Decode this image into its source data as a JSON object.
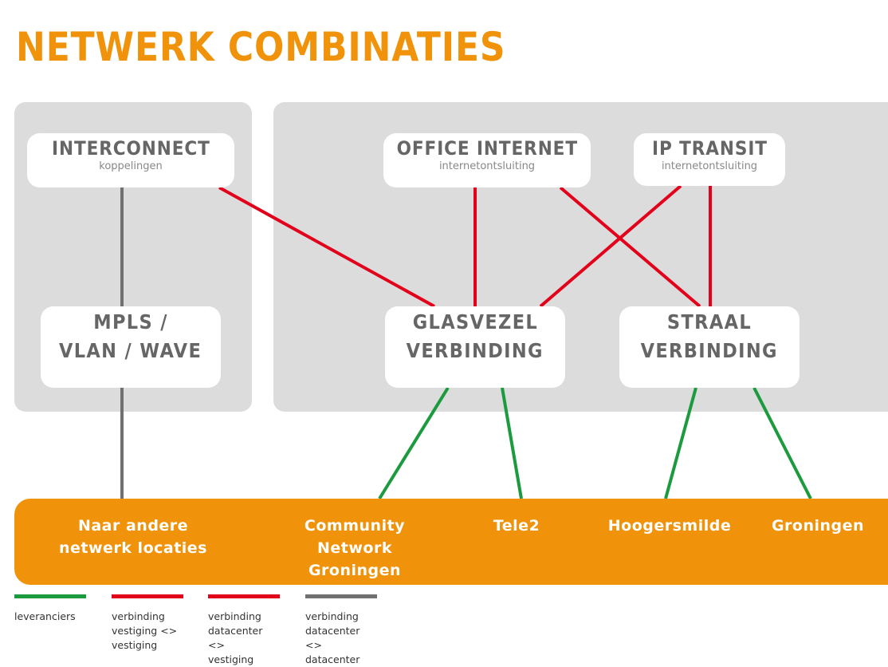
{
  "title": "NETWERK COMBINATIES",
  "nodes": {
    "interconnect": {
      "title": "INTERCONNECT",
      "subtitle": "koppelingen"
    },
    "office": {
      "title": "OFFICE INTERNET",
      "subtitle": "internetontsluiting"
    },
    "iptransit": {
      "title": "IP TRANSIT",
      "subtitle": "internetontsluiting"
    },
    "mpls": {
      "line1": "MPLS /",
      "line2": "VLAN / WAVE"
    },
    "glasvezel": {
      "line1": "GLASVEZEL",
      "line2": "VERBINDING"
    },
    "straal": {
      "line1": "STRAAL",
      "line2": "VERBINDING"
    }
  },
  "locations": [
    {
      "label": "Naar andere\nnetwerk locaties"
    },
    {
      "label": "Community\nNetwork\nGroningen"
    },
    {
      "label": "Tele2"
    },
    {
      "label": "Hoogersmilde"
    },
    {
      "label": "Groningen"
    }
  ],
  "legend": [
    {
      "label": "leveranciers",
      "color": "#1c9b3e"
    },
    {
      "label": "verbinding\nvestiging <>\nvestiging",
      "color": "#e3001b"
    },
    {
      "label": "verbinding\ndatacenter <>\nvestiging",
      "color": "#e3001b"
    },
    {
      "label": "verbinding\ndatacenter <>\ndatacenter",
      "color": "#707070"
    }
  ],
  "colors": {
    "orange": "#f0930a",
    "panel": "#dcdcdc",
    "green": "#1c9b3e",
    "red": "#e3001b",
    "grey": "#707070"
  }
}
